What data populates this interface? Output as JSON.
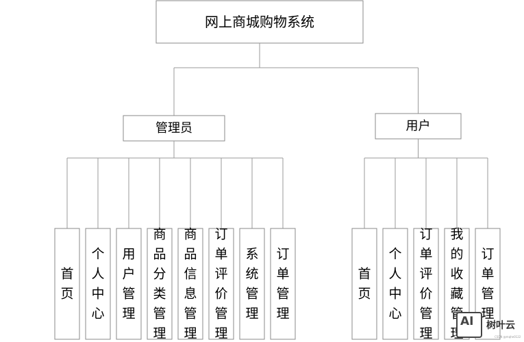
{
  "root": {
    "label": "网上商城购物系统"
  },
  "groups": [
    {
      "label": "管理员",
      "children": [
        "首页",
        "个人中心",
        "用户管理",
        "商品分类管理",
        "商品信息管理",
        "订单评价管理",
        "系统管理",
        "订单管理"
      ]
    },
    {
      "label": "用户",
      "children": [
        "首页",
        "个人中心",
        "订单评价管理",
        "我的收藏管理",
        "订单管理"
      ]
    }
  ],
  "watermark": {
    "logo_text": "AI",
    "name": "树叶云",
    "small": "CSDN @mqhe0122"
  },
  "colors": {
    "box_stroke": "#8a8a8a",
    "line": "#9a9a9a",
    "text": "#000000"
  }
}
